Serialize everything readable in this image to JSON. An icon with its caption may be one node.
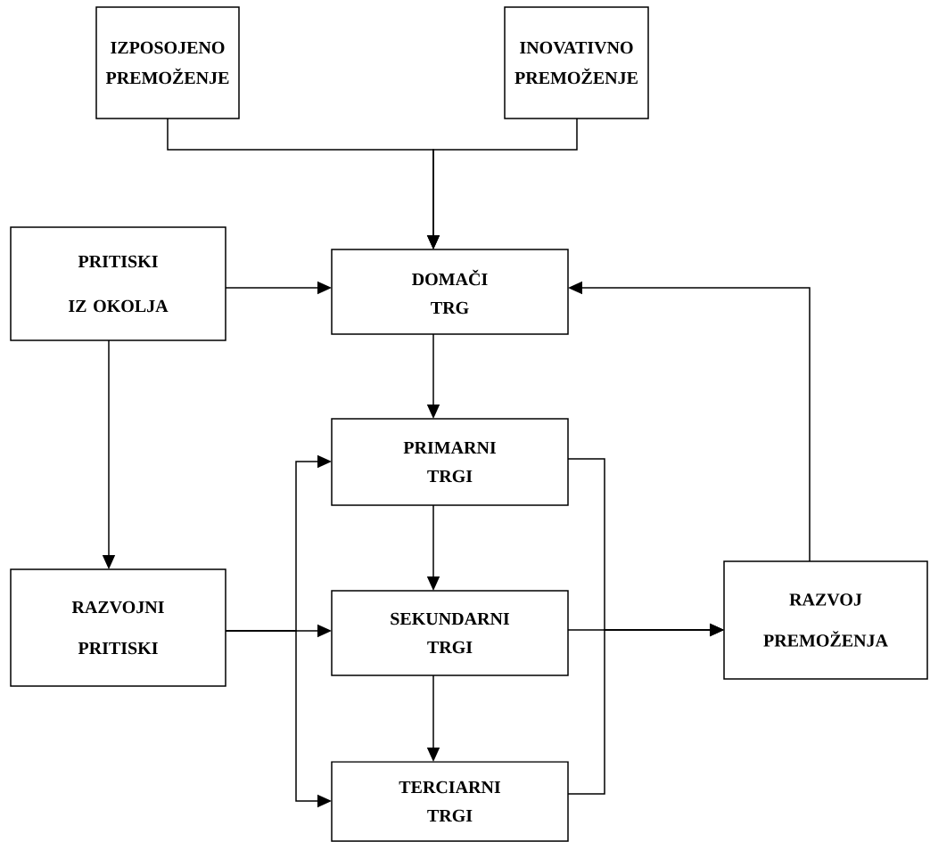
{
  "diagram": {
    "nodes": [
      {
        "text": [
          "IZPOSOJENO PREMOŽENJE"
        ]
      },
      {
        "text": [
          "INOVATIVNO PREMOŽENJE"
        ]
      },
      {
        "text": [
          "PRITISKI IZ OKOLJA"
        ]
      },
      {
        "text": [
          "DOMAČI TRG"
        ]
      },
      {
        "text": [
          "PRIMARNI TRGI"
        ]
      },
      {
        "text": [
          "RAZVOJNI PRITISKI"
        ]
      },
      {
        "text": [
          "SEKUNDARNI TRGI"
        ]
      },
      {
        "text": [
          "RAZVOJ PREMOŽENJA"
        ]
      },
      {
        "text": [
          "TERCIARNI TRGI"
        ]
      }
    ],
    "edges": [
      {
        "from": 0,
        "to": 3,
        "arrow": "to"
      },
      {
        "from": 1,
        "to": 3,
        "arrow": "to"
      },
      {
        "from": 2,
        "to": 3,
        "arrow": "to"
      },
      {
        "from": 2,
        "to": 5,
        "arrow": "to"
      },
      {
        "from": 3,
        "to": 4,
        "arrow": "to"
      },
      {
        "from": 5,
        "to": 6,
        "arrow": "to"
      },
      {
        "from": 5,
        "to": 4,
        "arrow": "to"
      },
      {
        "from": 5,
        "to": 8,
        "arrow": "to"
      },
      {
        "from": 4,
        "to": 6,
        "arrow": "to"
      },
      {
        "from": 6,
        "to": 8,
        "arrow": "to"
      },
      {
        "from": 6,
        "to": 7,
        "arrow": "to"
      },
      {
        "from": 4,
        "to": 7,
        "arrow": "to"
      },
      {
        "from": 8,
        "to": 7,
        "arrow": "to"
      },
      {
        "from": 7,
        "to": 3,
        "arrow": "to"
      }
    ]
  }
}
